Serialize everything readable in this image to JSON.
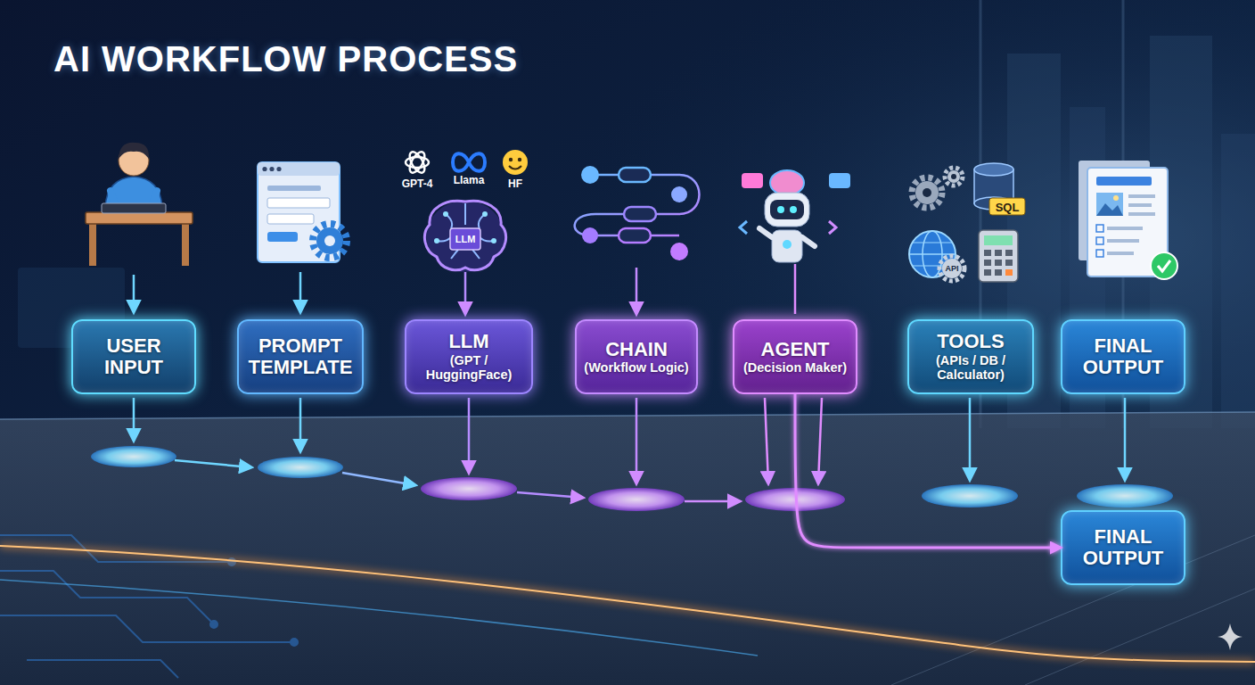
{
  "diagram": {
    "title": "AI WORKFLOW PROCESS",
    "nodes": [
      {
        "text": [
          "USER INPUT"
        ]
      },
      {
        "text": [
          "PROMPT TEMPLATE"
        ]
      },
      {
        "text": [
          "LLM",
          "(GPT / HuggingFace)"
        ]
      },
      {
        "text": [
          "CHAIN",
          "(Workflow Logic)"
        ]
      },
      {
        "text": [
          "AGENT",
          "(Decision Maker)"
        ]
      },
      {
        "text": [
          "TOOLS",
          "(APIs / DB / Calculator)"
        ]
      },
      {
        "text": [
          "FINAL OUTPUT"
        ]
      },
      {
        "text": [
          "FINAL OUTPUT"
        ]
      }
    ],
    "edges": [
      {
        "from": 0,
        "to": 1,
        "arrow": "to"
      },
      {
        "from": 1,
        "to": 2,
        "arrow": "to"
      },
      {
        "from": 2,
        "to": 3,
        "arrow": "to"
      },
      {
        "from": 3,
        "to": 4,
        "arrow": "to"
      },
      {
        "from": 4,
        "to": 5,
        "arrow": "to"
      },
      {
        "from": 5,
        "to": 4,
        "arrow": "to"
      },
      {
        "from": 5,
        "to": 6,
        "arrow": "to"
      },
      {
        "from": 4,
        "to": 7,
        "arrow": "to"
      }
    ],
    "labels": [
      "GPT-4",
      "Llama",
      "HF",
      "LLM",
      "SQL",
      "API"
    ]
  }
}
